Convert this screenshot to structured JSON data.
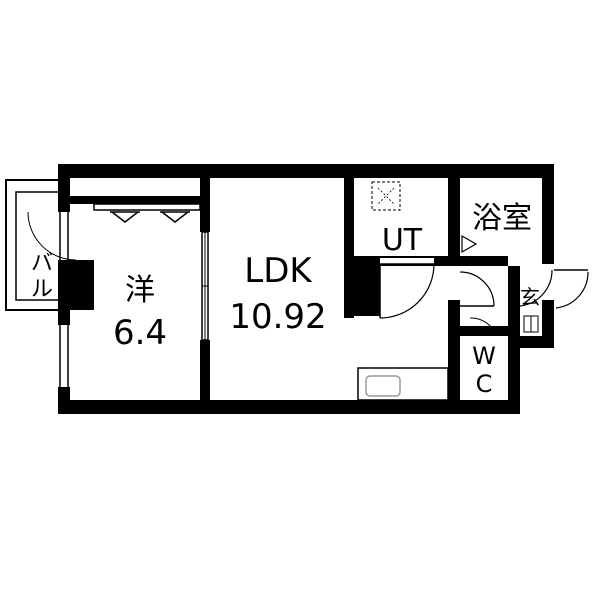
{
  "rooms": {
    "western": {
      "name": "洋",
      "size": "6.4"
    },
    "ldk": {
      "name": "LDK",
      "size": "10.92"
    },
    "utility": {
      "name": "UT"
    },
    "bath": {
      "name": "浴室"
    },
    "toilet": {
      "name_top": "W",
      "name_bottom": "C"
    },
    "entrance": {
      "name": "玄"
    },
    "balcony": {
      "name_top": "バ",
      "name_bottom": "ル"
    }
  },
  "colors": {
    "wall": "#000000",
    "fixture": "#9a9a9a",
    "background": "#ffffff"
  }
}
